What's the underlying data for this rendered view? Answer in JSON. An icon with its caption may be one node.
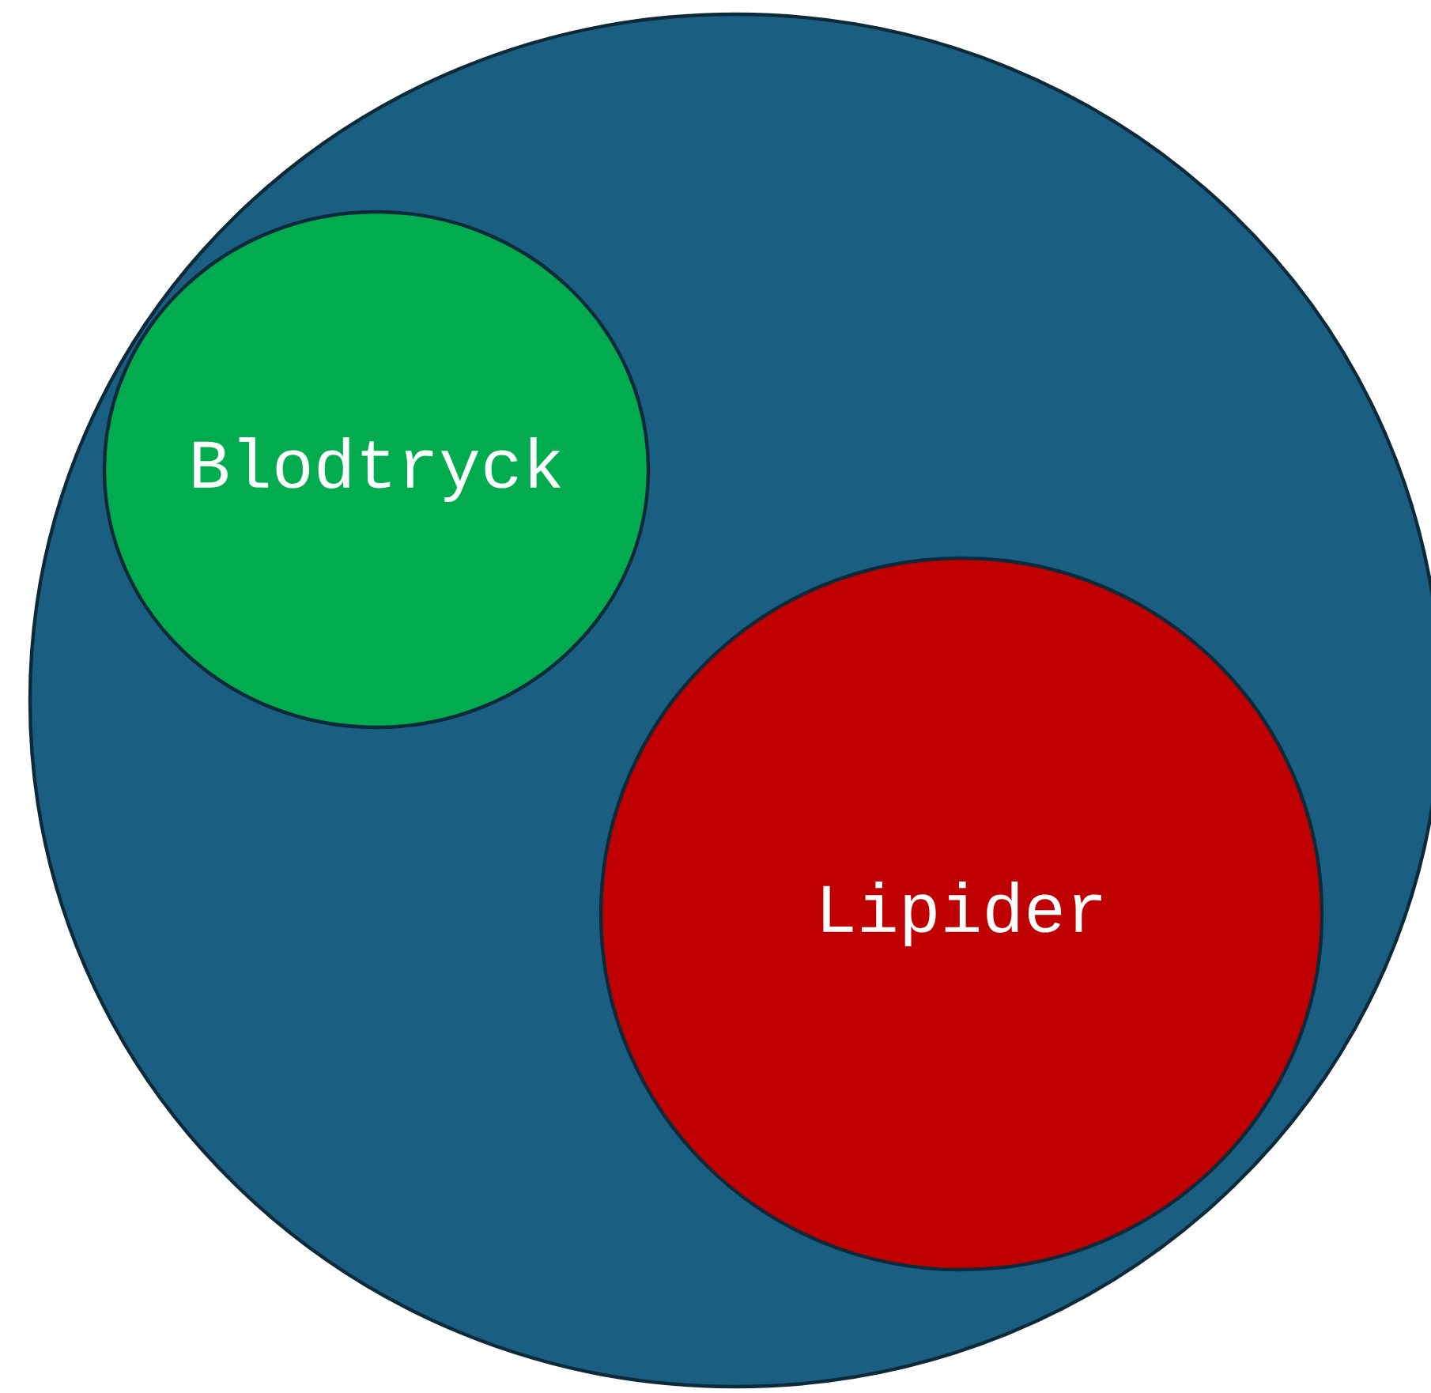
{
  "diagram": {
    "nodes": [
      {
        "text": [],
        "shape": "circle"
      },
      {
        "text": [
          "Blodtryck"
        ],
        "in": 0
      },
      {
        "text": [
          "Lipider"
        ],
        "in": 0
      }
    ]
  }
}
